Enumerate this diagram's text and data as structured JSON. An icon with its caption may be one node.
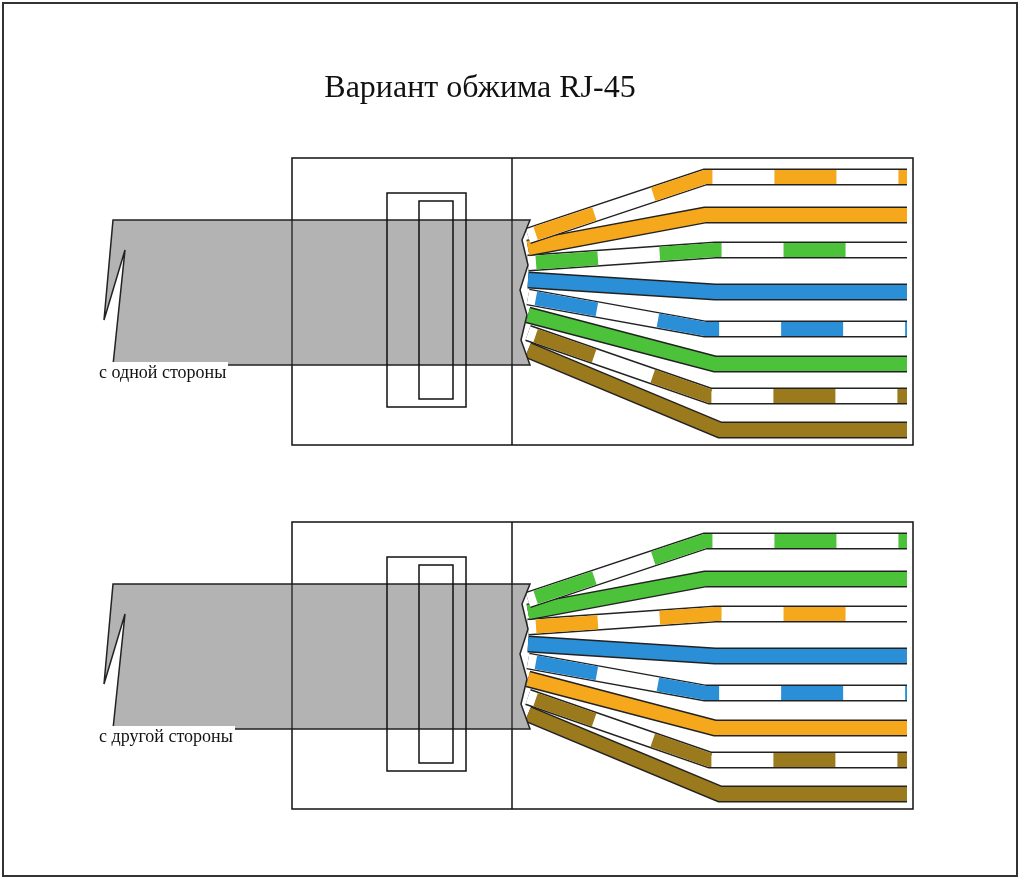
{
  "diagram": {
    "title": "Вариант обжима RJ-45",
    "labels": [
      "с одной стороны",
      "с другой стороны"
    ]
  }
}
